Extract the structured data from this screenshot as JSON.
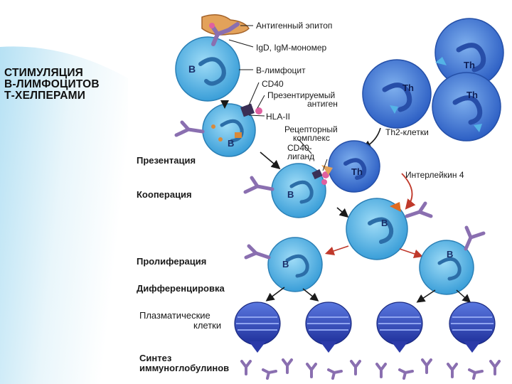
{
  "title": {
    "lines": [
      "СТИМУЛЯЦИЯ",
      "В-ЛИМФОЦИТОВ",
      "Т-ХЕЛПЕРАМИ"
    ]
  },
  "stages": {
    "presentation": "Презентация",
    "cooperation": "Кооперация",
    "proliferation": "Пролиферация",
    "differentiation": "Дифференцировка",
    "plasma_line1": "Плазматические",
    "plasma_line2": "клетки",
    "synthesis_line1": "Синтез",
    "synthesis_line2": "иммуноглобулинов"
  },
  "labels": {
    "antigen_epitope": "Антигенный эпитоп",
    "igd_igm": "IgD, IgM-мономер",
    "b_lymphocyte": "В-лимфоцит",
    "cd40": "CD40",
    "presented_antigen_1": "Презентируемый",
    "presented_antigen_2": "антиген",
    "hla": "HLA-II",
    "receptor_complex_1": "Рецепторный",
    "receptor_complex_2": "комплекс",
    "cd40_ligand_1": "CD40-",
    "cd40_ligand_2": "лиганд",
    "th2": "Th2-клетки",
    "interleukin": "Интерлейкин 4"
  },
  "cell_letters": {
    "b": "B",
    "th": "Th"
  },
  "colors": {
    "b_cell": "#5ab4e6",
    "th_cell": "#3c78d4",
    "plasma_cell": "#2b43b8",
    "antibody": "#8a6fb0",
    "antigen": "#e3a25a",
    "slide_gradient": "#a9daf2"
  }
}
